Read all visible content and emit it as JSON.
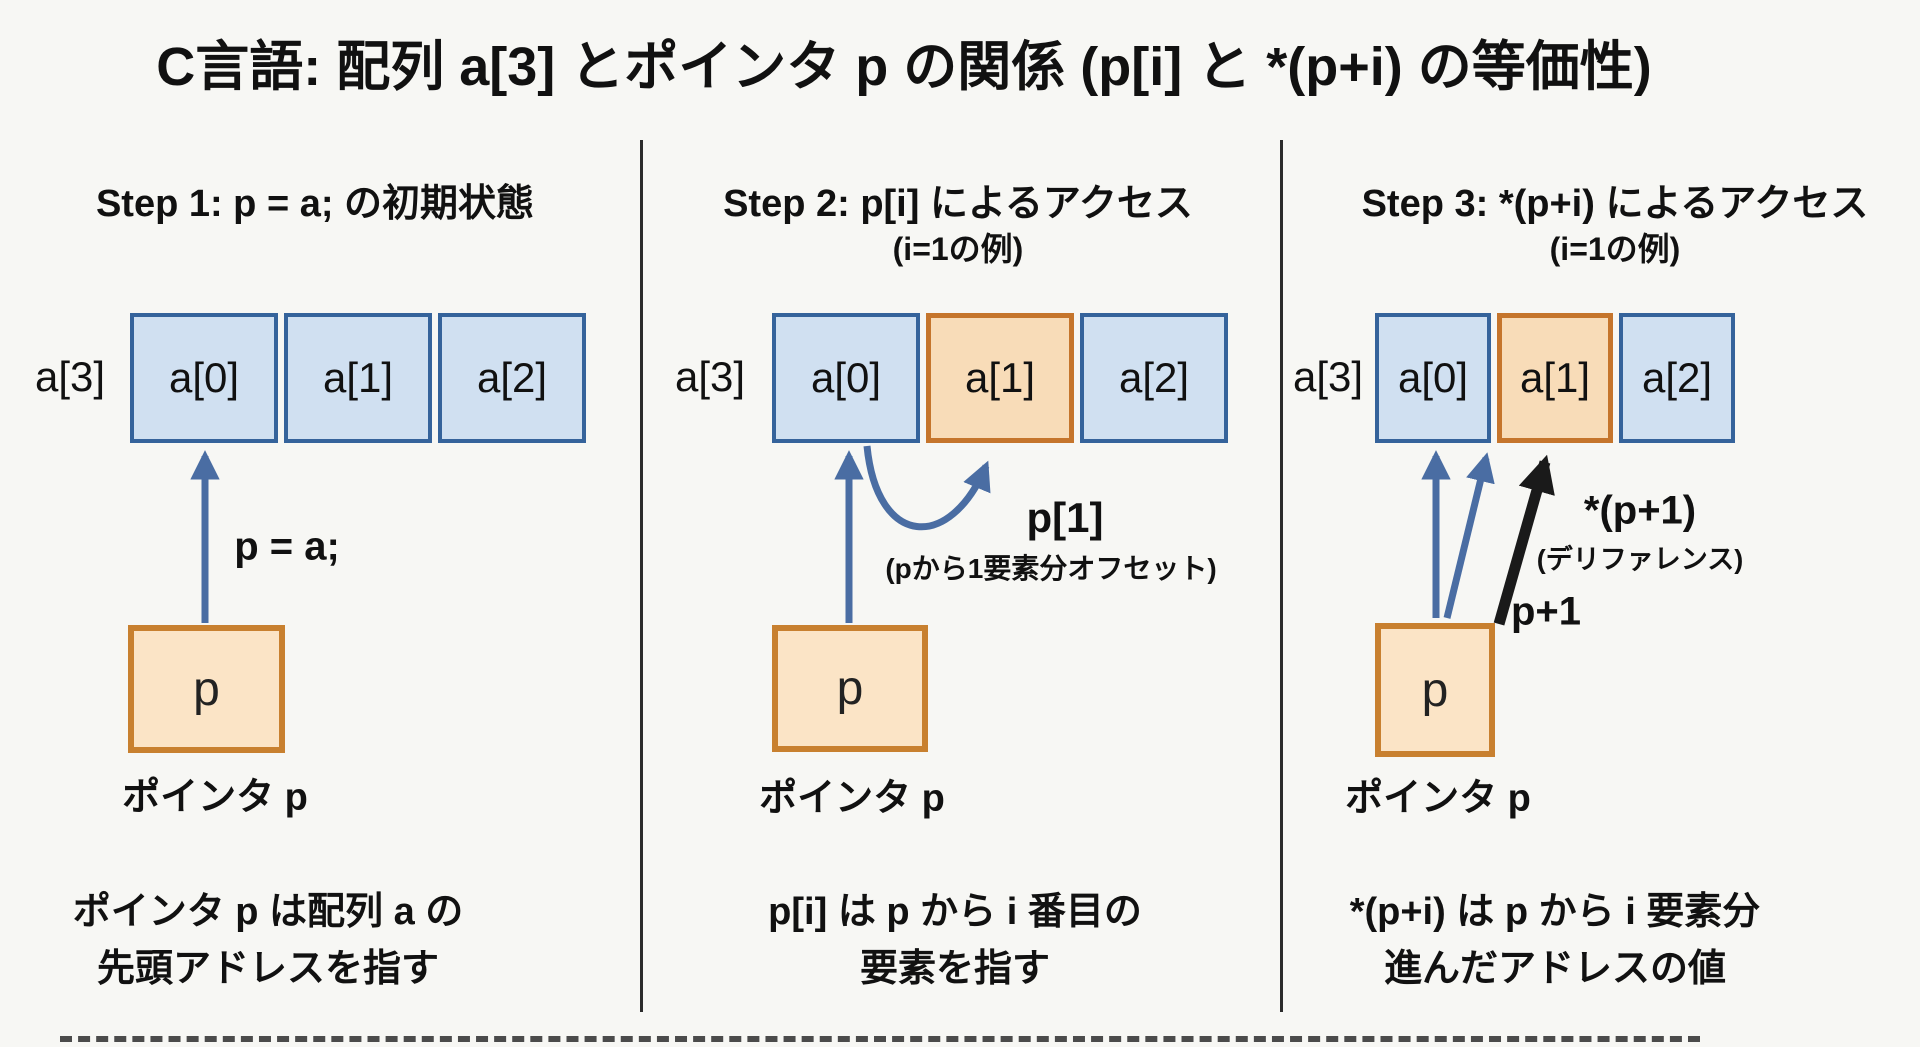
{
  "title": "C言語: 配列 a[3] とポインタ p の関係 (p[i] と *(p+i) の等価性)",
  "panels": [
    {
      "header_line1": "Step 1: p = a; の初期状態",
      "array_label": "a[3]",
      "cells": [
        "a[0]",
        "a[1]",
        "a[2]"
      ],
      "assign_label": "p = a;",
      "pointer_value": "p",
      "pointer_caption": "ポインタ p",
      "desc_line1": "ポインタ p は配列 a の",
      "desc_line2": "先頭アドレスを指す"
    },
    {
      "header_line1": "Step 2: p[i] によるアクセス",
      "header_line2": "(i=1の例)",
      "array_label": "a[3]",
      "cells": [
        "a[0]",
        "a[1]",
        "a[2]"
      ],
      "access_label": "p[1]",
      "access_note": "(pから1要素分オフセット)",
      "pointer_value": "p",
      "pointer_caption": "ポインタ p",
      "desc_line1": "p[i] は p から i 番目の",
      "desc_line2": "要素を指す"
    },
    {
      "header_line1": "Step 3: *(p+i) によるアクセス",
      "header_line2": "(i=1の例)",
      "array_label": "a[3]",
      "cells": [
        "a[0]",
        "a[1]",
        "a[2]"
      ],
      "deref_label": "*(p+1)",
      "deref_note": "(デリファレンス)",
      "offset_label": "p+1",
      "pointer_value": "p",
      "pointer_caption": "ポインタ p",
      "desc_line1": "*(p+i) は p から i 要素分",
      "desc_line2": "進んだアドレスの値"
    }
  ],
  "colors": {
    "background": "#f7f7f4",
    "array_cell_fill": "#d0e0f1",
    "array_cell_border": "#35639b",
    "highlight_fill": "#f8dcb8",
    "highlight_border": "#c5752c",
    "pointer_fill": "#fbe4c6",
    "pointer_border": "#c8802f",
    "arrow_blue": "#4a6da3",
    "arrow_black": "#1a1a1a",
    "text": "#111111"
  }
}
